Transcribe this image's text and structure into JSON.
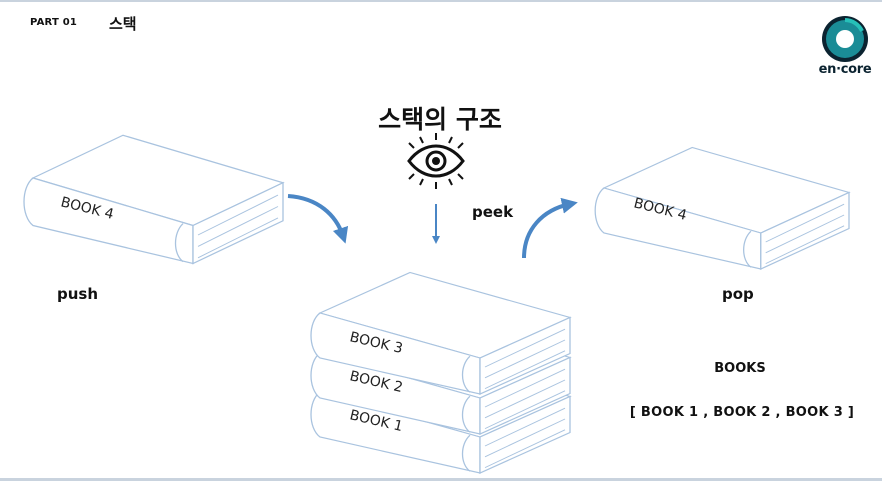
{
  "header": {
    "part": "PART 01",
    "section": "스택"
  },
  "logo": {
    "text": "en·core",
    "colors": {
      "ring": "#1a8c96",
      "dark": "#0b2330"
    }
  },
  "diagram": {
    "title": "스택의 구조",
    "push_label": "push",
    "peek_label": "peek",
    "pop_label": "pop",
    "pushed_book": "BOOK 4",
    "popped_book": "BOOK 4",
    "stack_books": [
      "BOOK 3",
      "BOOK 2",
      "BOOK 1"
    ],
    "books_title": "BOOKS",
    "books_list": "[ BOOK 1 , BOOK 2 , BOOK 3 ]",
    "icons": [
      "eye-icon",
      "arrow-curve-down-icon",
      "arrow-down-icon",
      "arrow-curve-up-icon"
    ],
    "colors": {
      "arrow": "#4a86c5",
      "book_outline": "#a9c3df"
    }
  }
}
